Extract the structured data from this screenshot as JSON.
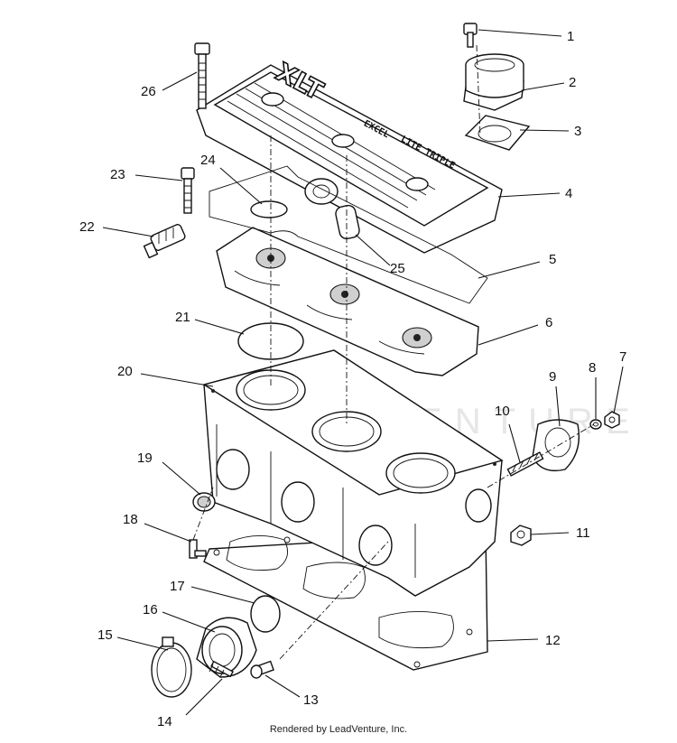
{
  "footer": {
    "text": "Rendered by LeadVenture, Inc."
  },
  "cover_emblem": {
    "model": "XLT",
    "badge_left": "EXCEL",
    "badge_right": "LITE TRIPLE"
  },
  "watermark": {
    "text": "LEADVENTURE"
  },
  "callouts": [
    {
      "id": "callout-1",
      "number": "1"
    },
    {
      "id": "callout-2",
      "number": "2"
    },
    {
      "id": "callout-3",
      "number": "3"
    },
    {
      "id": "callout-4",
      "number": "4"
    },
    {
      "id": "callout-5",
      "number": "5"
    },
    {
      "id": "callout-6",
      "number": "6"
    },
    {
      "id": "callout-7",
      "number": "7"
    },
    {
      "id": "callout-8",
      "number": "8"
    },
    {
      "id": "callout-9",
      "number": "9"
    },
    {
      "id": "callout-10",
      "number": "10"
    },
    {
      "id": "callout-11",
      "number": "11"
    },
    {
      "id": "callout-12",
      "number": "12"
    },
    {
      "id": "callout-13",
      "number": "13"
    },
    {
      "id": "callout-14",
      "number": "14"
    },
    {
      "id": "callout-15",
      "number": "15"
    },
    {
      "id": "callout-16",
      "number": "16"
    },
    {
      "id": "callout-17",
      "number": "17"
    },
    {
      "id": "callout-18",
      "number": "18"
    },
    {
      "id": "callout-19",
      "number": "19"
    },
    {
      "id": "callout-20",
      "number": "20"
    },
    {
      "id": "callout-21",
      "number": "21"
    },
    {
      "id": "callout-22",
      "number": "22"
    },
    {
      "id": "callout-23",
      "number": "23"
    },
    {
      "id": "callout-24",
      "number": "24"
    },
    {
      "id": "callout-25",
      "number": "25"
    },
    {
      "id": "callout-26",
      "number": "26"
    }
  ]
}
